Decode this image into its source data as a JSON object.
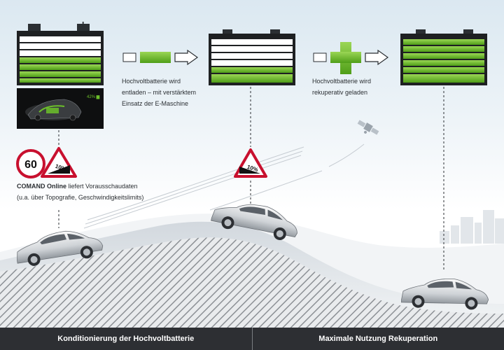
{
  "captions": {
    "discharge_line1": "Hochvoltbatterie wird",
    "discharge_line2": "entladen – mit verstärktem",
    "discharge_line3": "Einsatz der E-Maschine",
    "recharge_line1": "Hochvoltbatterie wird",
    "recharge_line2": "rekuperativ geladen",
    "comand_bold": "COMAND Online",
    "comand_rest": " liefert Vorausschaudaten",
    "comand_line2": "(u.a. über Topografie, Geschwindigkeitslimits)"
  },
  "signs": {
    "speed_limit": "60",
    "grade_1": "10%",
    "grade_2": "10%"
  },
  "battery_symbols": {
    "minus": "–",
    "plus": "+"
  },
  "screen_readout": "42% ▆",
  "footer": {
    "left": "Konditionierung der Hochvoltbatterie",
    "right": "Maximale Nutzung Rekuperation"
  },
  "colors": {
    "battery_green": "#6cbf2a",
    "battery_dark": "#1e2022",
    "footer_bg": "#2d2f33",
    "sign_red": "#c8102e"
  },
  "icons": [
    "battery-icon",
    "arrow-right-icon",
    "plus-icon",
    "satellite-icon",
    "speed-limit-sign-icon",
    "gradient-warning-sign-icon",
    "car-icon",
    "city-skyline-icon"
  ]
}
